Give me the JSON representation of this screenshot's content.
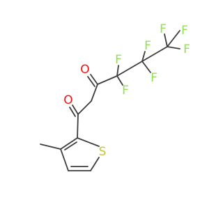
{
  "colors": {
    "bond": "#3c3c3c",
    "oxygen": "#ff0d0d",
    "fluorine": "#90e050",
    "sulfur": "#c6c62c",
    "background": "#ffffff"
  },
  "labels": {
    "F1": "F",
    "F2": "F",
    "F3": "F",
    "F4": "F",
    "F5": "F",
    "F6": "F",
    "F7": "F",
    "O1": "O",
    "O2": "O",
    "S": "S"
  }
}
